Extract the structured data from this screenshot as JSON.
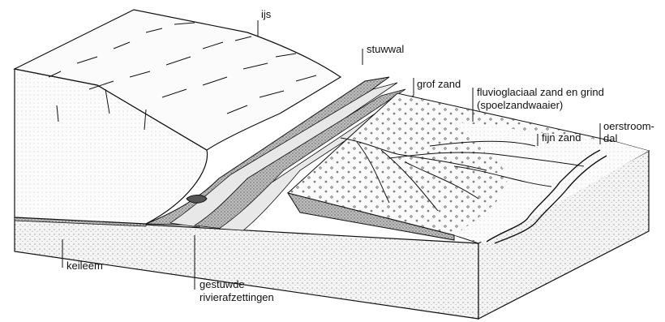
{
  "labels": {
    "ijs": "ijs",
    "stuwwal": "stuwwal",
    "grof_zand": "grof zand",
    "fluvio_line1": "fluvioglaciaal zand en grind",
    "fluvio_line2": "(spoelzandwaaier)",
    "fijn_zand": "fijn zand",
    "oerstroom_line1": "oerstroom-",
    "oerstroom_line2": "dal",
    "keileem": "keileem",
    "gestuwde_line1": "gestuwde",
    "gestuwde_line2": "rivierafzettingen"
  }
}
